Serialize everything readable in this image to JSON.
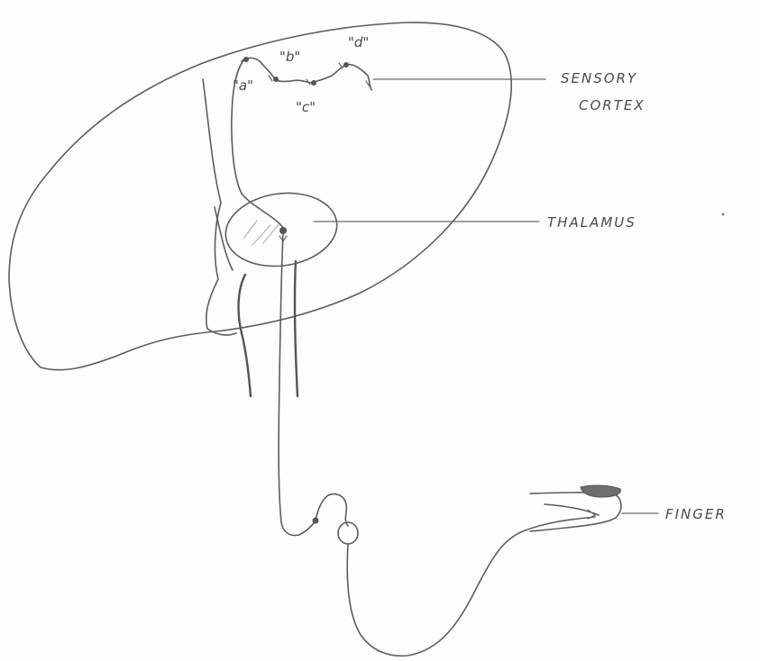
{
  "labels": {
    "sensory_line1": "SENSORY",
    "sensory_line2": "CORTEX",
    "thalamus": "THALAMUS",
    "finger": "FINGER"
  },
  "neuron_labels": {
    "a": "\"a\"",
    "b": "\"b\"",
    "c": "\"c\"",
    "d": "\"d\""
  }
}
